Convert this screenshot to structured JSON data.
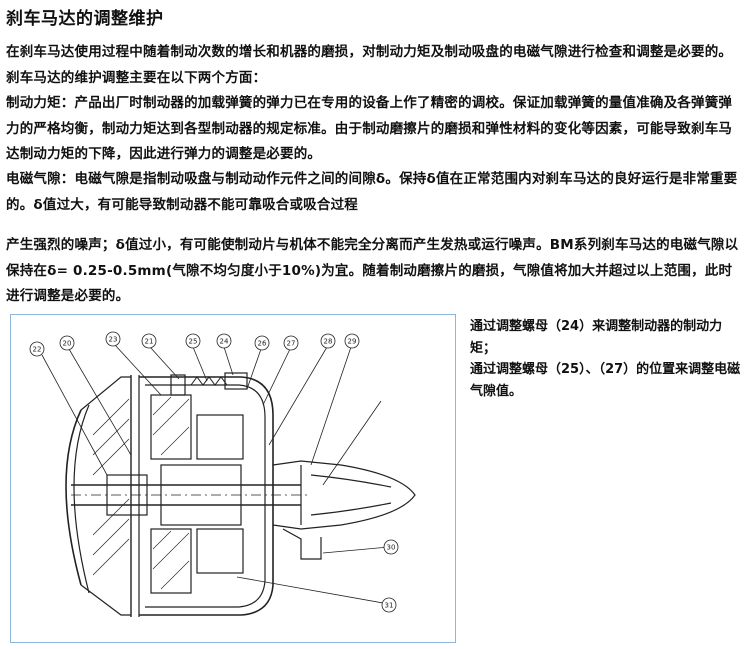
{
  "title": "刹车马达的调整维护",
  "intro": "在刹车马达使用过程中随着制动次数的增长和机器的磨损，对制动力矩及制动吸盘的电磁气隙进行检查和调整是必要的。刹车马达的维护调整主要在以下两个方面：",
  "torque": {
    "term": "制动力矩：",
    "text": "产品出厂时制动器的加载弹簧的弹力已在专用的设备上作了精密的调校。保证加载弹簧的量值准确及各弹簧弹力的严格均衡，制动力矩达到各型制动器的规定标准。由于制动磨擦片的磨损和弹性材料的变化等因素，可能导致刹车马达制动力矩的下降，因此进行弹力的调整是必要的。"
  },
  "gap": {
    "term": "电磁气隙：",
    "text": "电磁气隙是指制动吸盘与制动动作元件之间的间隙δ。保持δ值在正常范围内对刹车马达的良好运行是非常重要的。δ值过大，有可能导致制动器不能可靠吸合或吸合过程"
  },
  "continuation": "产生强烈的噪声；δ值过小，有可能使制动片与机体不能完全分离而产生发热或运行噪声。BM系列刹车马达的电磁气隙以保持在δ= 0.25-0.5mm(气隙不均匀度小于10%)为宜。随着制动磨擦片的磨损，气隙值将加大并超过以上范围，此时进行调整是必要的。",
  "notes": [
    "通过调整螺母（24）来调整制动器的制动力矩；",
    "通过调整螺母（25）、（27）的位置来调整电磁气隙值。"
  ],
  "diagram": {
    "callouts": [
      "22",
      "20",
      "23",
      "21",
      "25",
      "24",
      "26",
      "27",
      "28",
      "29",
      "30",
      "31"
    ]
  }
}
